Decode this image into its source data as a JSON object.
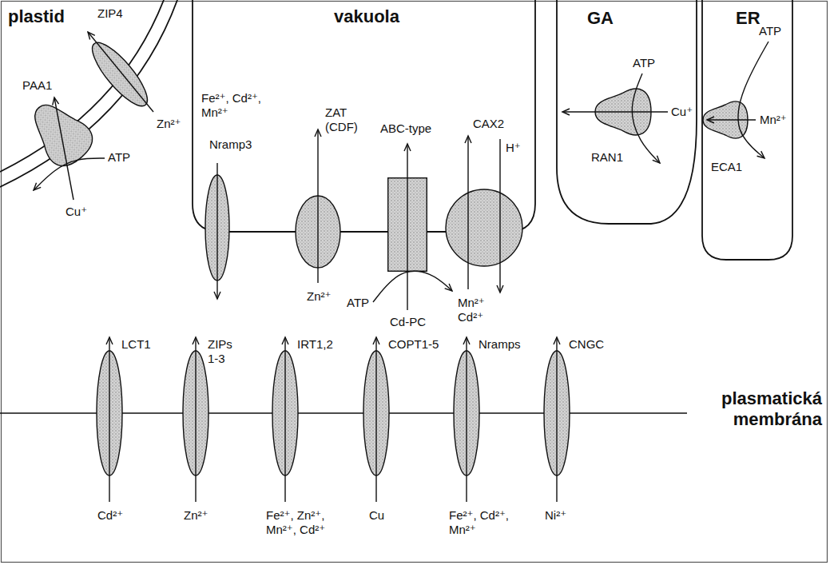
{
  "diagram": {
    "nodes": [
      {
        "text": [
          "plastid"
        ]
      },
      {
        "text": [
          "vakuola"
        ]
      },
      {
        "text": [
          "GA"
        ]
      },
      {
        "text": [
          "ER"
        ]
      },
      {
        "text": [
          "ZIP4"
        ],
        "in": 0
      },
      {
        "text": [
          "PAA1"
        ],
        "in": 0
      },
      {
        "text": [
          "Nramp3"
        ],
        "in": 1
      },
      {
        "text": [
          "ZAT (CDF)"
        ],
        "in": 1
      },
      {
        "text": [
          "ABC-type"
        ],
        "in": 1
      },
      {
        "text": [
          "CAX2"
        ],
        "in": 1
      },
      {
        "text": [
          "RAN1"
        ],
        "in": 2
      },
      {
        "text": [
          "ECA1"
        ],
        "in": 3
      },
      {
        "text": [
          "LCT1"
        ]
      },
      {
        "text": [
          "ZIPs 1-3"
        ]
      },
      {
        "text": [
          "IRT1,2"
        ]
      },
      {
        "text": [
          "COPT1-5"
        ]
      },
      {
        "text": [
          "Nramps"
        ]
      },
      {
        "text": [
          "CNGC"
        ]
      }
    ],
    "labels": [
      "Zn²⁺",
      "ATP",
      "Cu⁺",
      "Fe²⁺, Cd²⁺, Mn²⁺",
      "Zn²⁺",
      "ATP",
      "Cd-PC",
      "H⁺",
      "Mn²⁺ Cd²⁺",
      "ATP",
      "Cu⁺",
      "ATP",
      "Mn²⁺",
      "plasmatická membrána",
      "Cd²⁺",
      "Zn²⁺",
      "Fe²⁺, Zn²⁺, Mn²⁺, Cd²⁺",
      "Cu",
      "Fe²⁺, Cd²⁺, Mn²⁺",
      "Ni²⁺"
    ]
  }
}
